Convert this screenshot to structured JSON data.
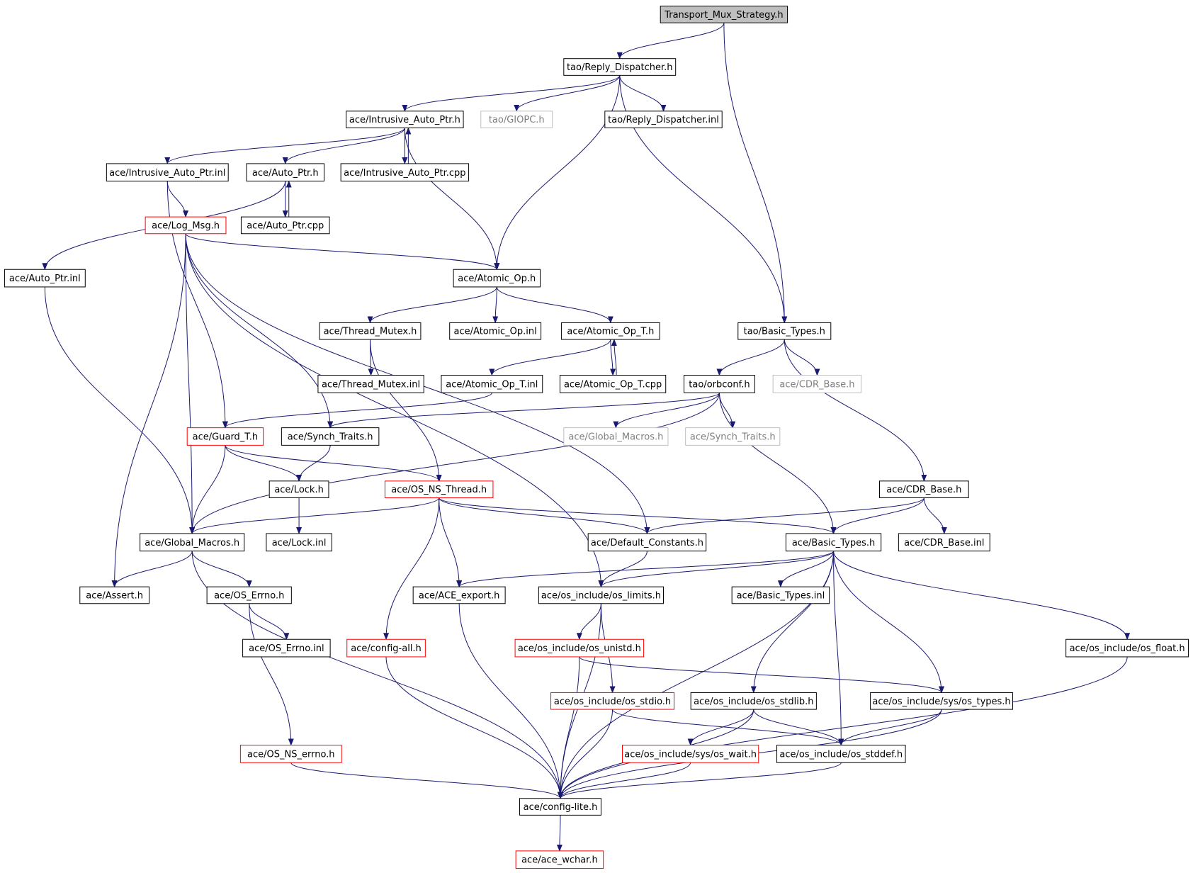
{
  "colors": {
    "edge": "#191970",
    "root_fill": "#bfbfbf",
    "normal_border": "#000000",
    "truncated_border": "#ff0000",
    "external_border": "#bfbfbf",
    "external_text": "#7f7f7f",
    "text": "#000000"
  },
  "nodes": [
    {
      "id": "transport_mux_strategy_h",
      "label": "Transport_Mux_Strategy.h",
      "kind": "root"
    },
    {
      "id": "tao_reply_dispatcher_h",
      "label": "tao/Reply_Dispatcher.h",
      "kind": "normal"
    },
    {
      "id": "ace_intrusive_auto_ptr_h",
      "label": "ace/Intrusive_Auto_Ptr.h",
      "kind": "normal"
    },
    {
      "id": "tao_giopc_h",
      "label": "tao/GIOPC.h",
      "kind": "external"
    },
    {
      "id": "tao_reply_dispatcher_inl",
      "label": "tao/Reply_Dispatcher.inl",
      "kind": "normal"
    },
    {
      "id": "ace_intrusive_auto_ptr_inl",
      "label": "ace/Intrusive_Auto_Ptr.inl",
      "kind": "normal"
    },
    {
      "id": "ace_auto_ptr_h",
      "label": "ace/Auto_Ptr.h",
      "kind": "normal"
    },
    {
      "id": "ace_intrusive_auto_ptr_cpp",
      "label": "ace/Intrusive_Auto_Ptr.cpp",
      "kind": "normal"
    },
    {
      "id": "ace_log_msg_h",
      "label": "ace/Log_Msg.h",
      "kind": "truncated"
    },
    {
      "id": "ace_auto_ptr_cpp",
      "label": "ace/Auto_Ptr.cpp",
      "kind": "normal"
    },
    {
      "id": "ace_auto_ptr_inl",
      "label": "ace/Auto_Ptr.inl",
      "kind": "normal"
    },
    {
      "id": "ace_atomic_op_h",
      "label": "ace/Atomic_Op.h",
      "kind": "normal"
    },
    {
      "id": "ace_thread_mutex_h",
      "label": "ace/Thread_Mutex.h",
      "kind": "normal"
    },
    {
      "id": "ace_atomic_op_inl",
      "label": "ace/Atomic_Op.inl",
      "kind": "normal"
    },
    {
      "id": "ace_atomic_op_t_h",
      "label": "ace/Atomic_Op_T.h",
      "kind": "normal"
    },
    {
      "id": "tao_basic_types_h",
      "label": "tao/Basic_Types.h",
      "kind": "normal"
    },
    {
      "id": "ace_thread_mutex_inl",
      "label": "ace/Thread_Mutex.inl",
      "kind": "normal"
    },
    {
      "id": "ace_atomic_op_t_inl",
      "label": "ace/Atomic_Op_T.inl",
      "kind": "normal"
    },
    {
      "id": "ace_atomic_op_t_cpp",
      "label": "ace/Atomic_Op_T.cpp",
      "kind": "normal"
    },
    {
      "id": "tao_orbconf_h",
      "label": "tao/orbconf.h",
      "kind": "normal"
    },
    {
      "id": "ace_cdr_base_h_ext",
      "label": "ace/CDR_Base.h",
      "kind": "external"
    },
    {
      "id": "ace_guard_t_h",
      "label": "ace/Guard_T.h",
      "kind": "truncated"
    },
    {
      "id": "ace_synch_traits_h",
      "label": "ace/Synch_Traits.h",
      "kind": "normal"
    },
    {
      "id": "ace_global_macros_h_ext",
      "label": "ace/Global_Macros.h",
      "kind": "external"
    },
    {
      "id": "ace_synch_traits_h_ext",
      "label": "ace/Synch_Traits.h",
      "kind": "external"
    },
    {
      "id": "ace_lock_h",
      "label": "ace/Lock.h",
      "kind": "normal"
    },
    {
      "id": "ace_os_ns_thread_h",
      "label": "ace/OS_NS_Thread.h",
      "kind": "truncated"
    },
    {
      "id": "ace_cdr_base_h",
      "label": "ace/CDR_Base.h",
      "kind": "normal"
    },
    {
      "id": "ace_global_macros_h",
      "label": "ace/Global_Macros.h",
      "kind": "normal"
    },
    {
      "id": "ace_lock_inl",
      "label": "ace/Lock.inl",
      "kind": "normal"
    },
    {
      "id": "ace_default_constants_h",
      "label": "ace/Default_Constants.h",
      "kind": "normal"
    },
    {
      "id": "ace_basic_types_h",
      "label": "ace/Basic_Types.h",
      "kind": "normal"
    },
    {
      "id": "ace_cdr_base_inl",
      "label": "ace/CDR_Base.inl",
      "kind": "normal"
    },
    {
      "id": "ace_assert_h",
      "label": "ace/Assert.h",
      "kind": "normal"
    },
    {
      "id": "ace_os_errno_h",
      "label": "ace/OS_Errno.h",
      "kind": "normal"
    },
    {
      "id": "ace_ace_export_h",
      "label": "ace/ACE_export.h",
      "kind": "normal"
    },
    {
      "id": "ace_os_include_os_limits_h",
      "label": "ace/os_include/os_limits.h",
      "kind": "normal"
    },
    {
      "id": "ace_basic_types_inl",
      "label": "ace/Basic_Types.inl",
      "kind": "normal"
    },
    {
      "id": "ace_os_errno_inl",
      "label": "ace/OS_Errno.inl",
      "kind": "normal"
    },
    {
      "id": "ace_config_all_h",
      "label": "ace/config-all.h",
      "kind": "truncated"
    },
    {
      "id": "ace_os_include_os_unistd_h",
      "label": "ace/os_include/os_unistd.h",
      "kind": "truncated"
    },
    {
      "id": "ace_os_include_os_float_h",
      "label": "ace/os_include/os_float.h",
      "kind": "normal"
    },
    {
      "id": "ace_os_include_os_stdio_h",
      "label": "ace/os_include/os_stdio.h",
      "kind": "truncated"
    },
    {
      "id": "ace_os_include_os_stdlib_h",
      "label": "ace/os_include/os_stdlib.h",
      "kind": "normal"
    },
    {
      "id": "ace_os_include_sys_os_types_h",
      "label": "ace/os_include/sys/os_types.h",
      "kind": "normal"
    },
    {
      "id": "ace_os_ns_errno_h",
      "label": "ace/OS_NS_errno.h",
      "kind": "truncated"
    },
    {
      "id": "ace_os_include_sys_os_wait_h",
      "label": "ace/os_include/sys/os_wait.h",
      "kind": "truncated"
    },
    {
      "id": "ace_os_include_os_stddef_h",
      "label": "ace/os_include/os_stddef.h",
      "kind": "normal"
    },
    {
      "id": "ace_config_lite_h",
      "label": "ace/config-lite.h",
      "kind": "normal"
    },
    {
      "id": "ace_ace_wchar_h",
      "label": "ace/ace_wchar.h",
      "kind": "truncated"
    }
  ],
  "edges": [
    [
      "transport_mux_strategy_h",
      "tao_reply_dispatcher_h"
    ],
    [
      "transport_mux_strategy_h",
      "tao_basic_types_h"
    ],
    [
      "tao_reply_dispatcher_h",
      "ace_intrusive_auto_ptr_h"
    ],
    [
      "tao_reply_dispatcher_h",
      "tao_giopc_h"
    ],
    [
      "tao_reply_dispatcher_h",
      "tao_reply_dispatcher_inl"
    ],
    [
      "tao_reply_dispatcher_h",
      "ace_atomic_op_h"
    ],
    [
      "tao_reply_dispatcher_h",
      "tao_basic_types_h"
    ],
    [
      "ace_intrusive_auto_ptr_h",
      "ace_intrusive_auto_ptr_inl"
    ],
    [
      "ace_intrusive_auto_ptr_h",
      "ace_auto_ptr_h"
    ],
    [
      "ace_intrusive_auto_ptr_h",
      "ace_intrusive_auto_ptr_cpp"
    ],
    [
      "ace_intrusive_auto_ptr_h",
      "ace_atomic_op_h"
    ],
    [
      "ace_intrusive_auto_ptr_cpp",
      "ace_intrusive_auto_ptr_h"
    ],
    [
      "ace_intrusive_auto_ptr_inl",
      "ace_log_msg_h"
    ],
    [
      "ace_intrusive_auto_ptr_inl",
      "ace_guard_t_h"
    ],
    [
      "ace_auto_ptr_h",
      "ace_auto_ptr_cpp"
    ],
    [
      "ace_auto_ptr_h",
      "ace_auto_ptr_inl"
    ],
    [
      "ace_auto_ptr_cpp",
      "ace_auto_ptr_h"
    ],
    [
      "ace_auto_ptr_inl",
      "ace_global_macros_h"
    ],
    [
      "ace_log_msg_h",
      "ace_atomic_op_h"
    ],
    [
      "ace_log_msg_h",
      "ace_default_constants_h"
    ],
    [
      "ace_log_msg_h",
      "ace_synch_traits_h"
    ],
    [
      "ace_log_msg_h",
      "ace_global_macros_h"
    ],
    [
      "ace_log_msg_h",
      "ace_assert_h"
    ],
    [
      "ace_log_msg_h",
      "ace_os_include_os_limits_h"
    ],
    [
      "ace_atomic_op_h",
      "ace_thread_mutex_h"
    ],
    [
      "ace_atomic_op_h",
      "ace_atomic_op_inl"
    ],
    [
      "ace_atomic_op_h",
      "ace_atomic_op_t_h"
    ],
    [
      "ace_thread_mutex_h",
      "ace_thread_mutex_inl"
    ],
    [
      "ace_thread_mutex_h",
      "ace_os_ns_thread_h"
    ],
    [
      "ace_atomic_op_t_h",
      "ace_atomic_op_t_inl"
    ],
    [
      "ace_atomic_op_t_h",
      "ace_atomic_op_t_cpp"
    ],
    [
      "ace_atomic_op_t_cpp",
      "ace_atomic_op_t_h"
    ],
    [
      "ace_atomic_op_t_inl",
      "ace_guard_t_h"
    ],
    [
      "tao_basic_types_h",
      "tao_orbconf_h"
    ],
    [
      "tao_basic_types_h",
      "ace_cdr_base_h_ext"
    ],
    [
      "tao_basic_types_h",
      "ace_cdr_base_h"
    ],
    [
      "tao_orbconf_h",
      "ace_synch_traits_h"
    ],
    [
      "tao_orbconf_h",
      "ace_global_macros_h_ext"
    ],
    [
      "tao_orbconf_h",
      "ace_synch_traits_h_ext"
    ],
    [
      "tao_orbconf_h",
      "ace_global_macros_h"
    ],
    [
      "tao_orbconf_h",
      "ace_basic_types_h"
    ],
    [
      "ace_guard_t_h",
      "ace_lock_h"
    ],
    [
      "ace_guard_t_h",
      "ace_os_ns_thread_h"
    ],
    [
      "ace_guard_t_h",
      "ace_global_macros_h"
    ],
    [
      "ace_synch_traits_h",
      "ace_lock_h"
    ],
    [
      "ace_lock_h",
      "ace_lock_inl"
    ],
    [
      "ace_os_ns_thread_h",
      "ace_global_macros_h"
    ],
    [
      "ace_os_ns_thread_h",
      "ace_default_constants_h"
    ],
    [
      "ace_os_ns_thread_h",
      "ace_basic_types_h"
    ],
    [
      "ace_os_ns_thread_h",
      "ace_ace_export_h"
    ],
    [
      "ace_os_ns_thread_h",
      "ace_config_all_h"
    ],
    [
      "ace_cdr_base_h",
      "ace_default_constants_h"
    ],
    [
      "ace_cdr_base_h",
      "ace_basic_types_h"
    ],
    [
      "ace_cdr_base_h",
      "ace_cdr_base_inl"
    ],
    [
      "ace_global_macros_h",
      "ace_assert_h"
    ],
    [
      "ace_global_macros_h",
      "ace_os_errno_h"
    ],
    [
      "ace_global_macros_h",
      "ace_config_lite_h"
    ],
    [
      "ace_default_constants_h",
      "ace_os_include_os_limits_h"
    ],
    [
      "ace_basic_types_h",
      "ace_ace_export_h"
    ],
    [
      "ace_basic_types_h",
      "ace_os_include_os_limits_h"
    ],
    [
      "ace_basic_types_h",
      "ace_basic_types_inl"
    ],
    [
      "ace_basic_types_h",
      "ace_os_include_os_float_h"
    ],
    [
      "ace_basic_types_h",
      "ace_os_include_os_stdlib_h"
    ],
    [
      "ace_basic_types_h",
      "ace_os_include_sys_os_types_h"
    ],
    [
      "ace_basic_types_h",
      "ace_os_include_os_stddef_h"
    ],
    [
      "ace_basic_types_h",
      "ace_config_lite_h"
    ],
    [
      "ace_os_errno_h",
      "ace_os_errno_inl"
    ],
    [
      "ace_os_errno_h",
      "ace_os_ns_errno_h"
    ],
    [
      "ace_ace_export_h",
      "ace_config_lite_h"
    ],
    [
      "ace_os_include_os_limits_h",
      "ace_os_include_os_unistd_h"
    ],
    [
      "ace_os_include_os_limits_h",
      "ace_os_include_os_stdio_h"
    ],
    [
      "ace_os_include_os_limits_h",
      "ace_config_lite_h"
    ],
    [
      "ace_config_all_h",
      "ace_config_lite_h"
    ],
    [
      "ace_os_include_os_unistd_h",
      "ace_os_include_sys_os_types_h"
    ],
    [
      "ace_os_include_os_unistd_h",
      "ace_config_lite_h"
    ],
    [
      "ace_os_include_os_float_h",
      "ace_config_lite_h"
    ],
    [
      "ace_os_include_os_stdio_h",
      "ace_os_include_os_stddef_h"
    ],
    [
      "ace_os_include_os_stdio_h",
      "ace_config_lite_h"
    ],
    [
      "ace_os_include_os_stdlib_h",
      "ace_os_include_sys_os_wait_h"
    ],
    [
      "ace_os_include_os_stdlib_h",
      "ace_os_include_os_stddef_h"
    ],
    [
      "ace_os_include_os_stdlib_h",
      "ace_config_lite_h"
    ],
    [
      "ace_os_include_sys_os_types_h",
      "ace_os_include_os_stddef_h"
    ],
    [
      "ace_os_include_sys_os_types_h",
      "ace_config_lite_h"
    ],
    [
      "ace_os_ns_errno_h",
      "ace_config_lite_h"
    ],
    [
      "ace_os_include_sys_os_wait_h",
      "ace_config_lite_h"
    ],
    [
      "ace_os_include_os_stddef_h",
      "ace_config_lite_h"
    ],
    [
      "ace_config_lite_h",
      "ace_ace_wchar_h"
    ]
  ]
}
